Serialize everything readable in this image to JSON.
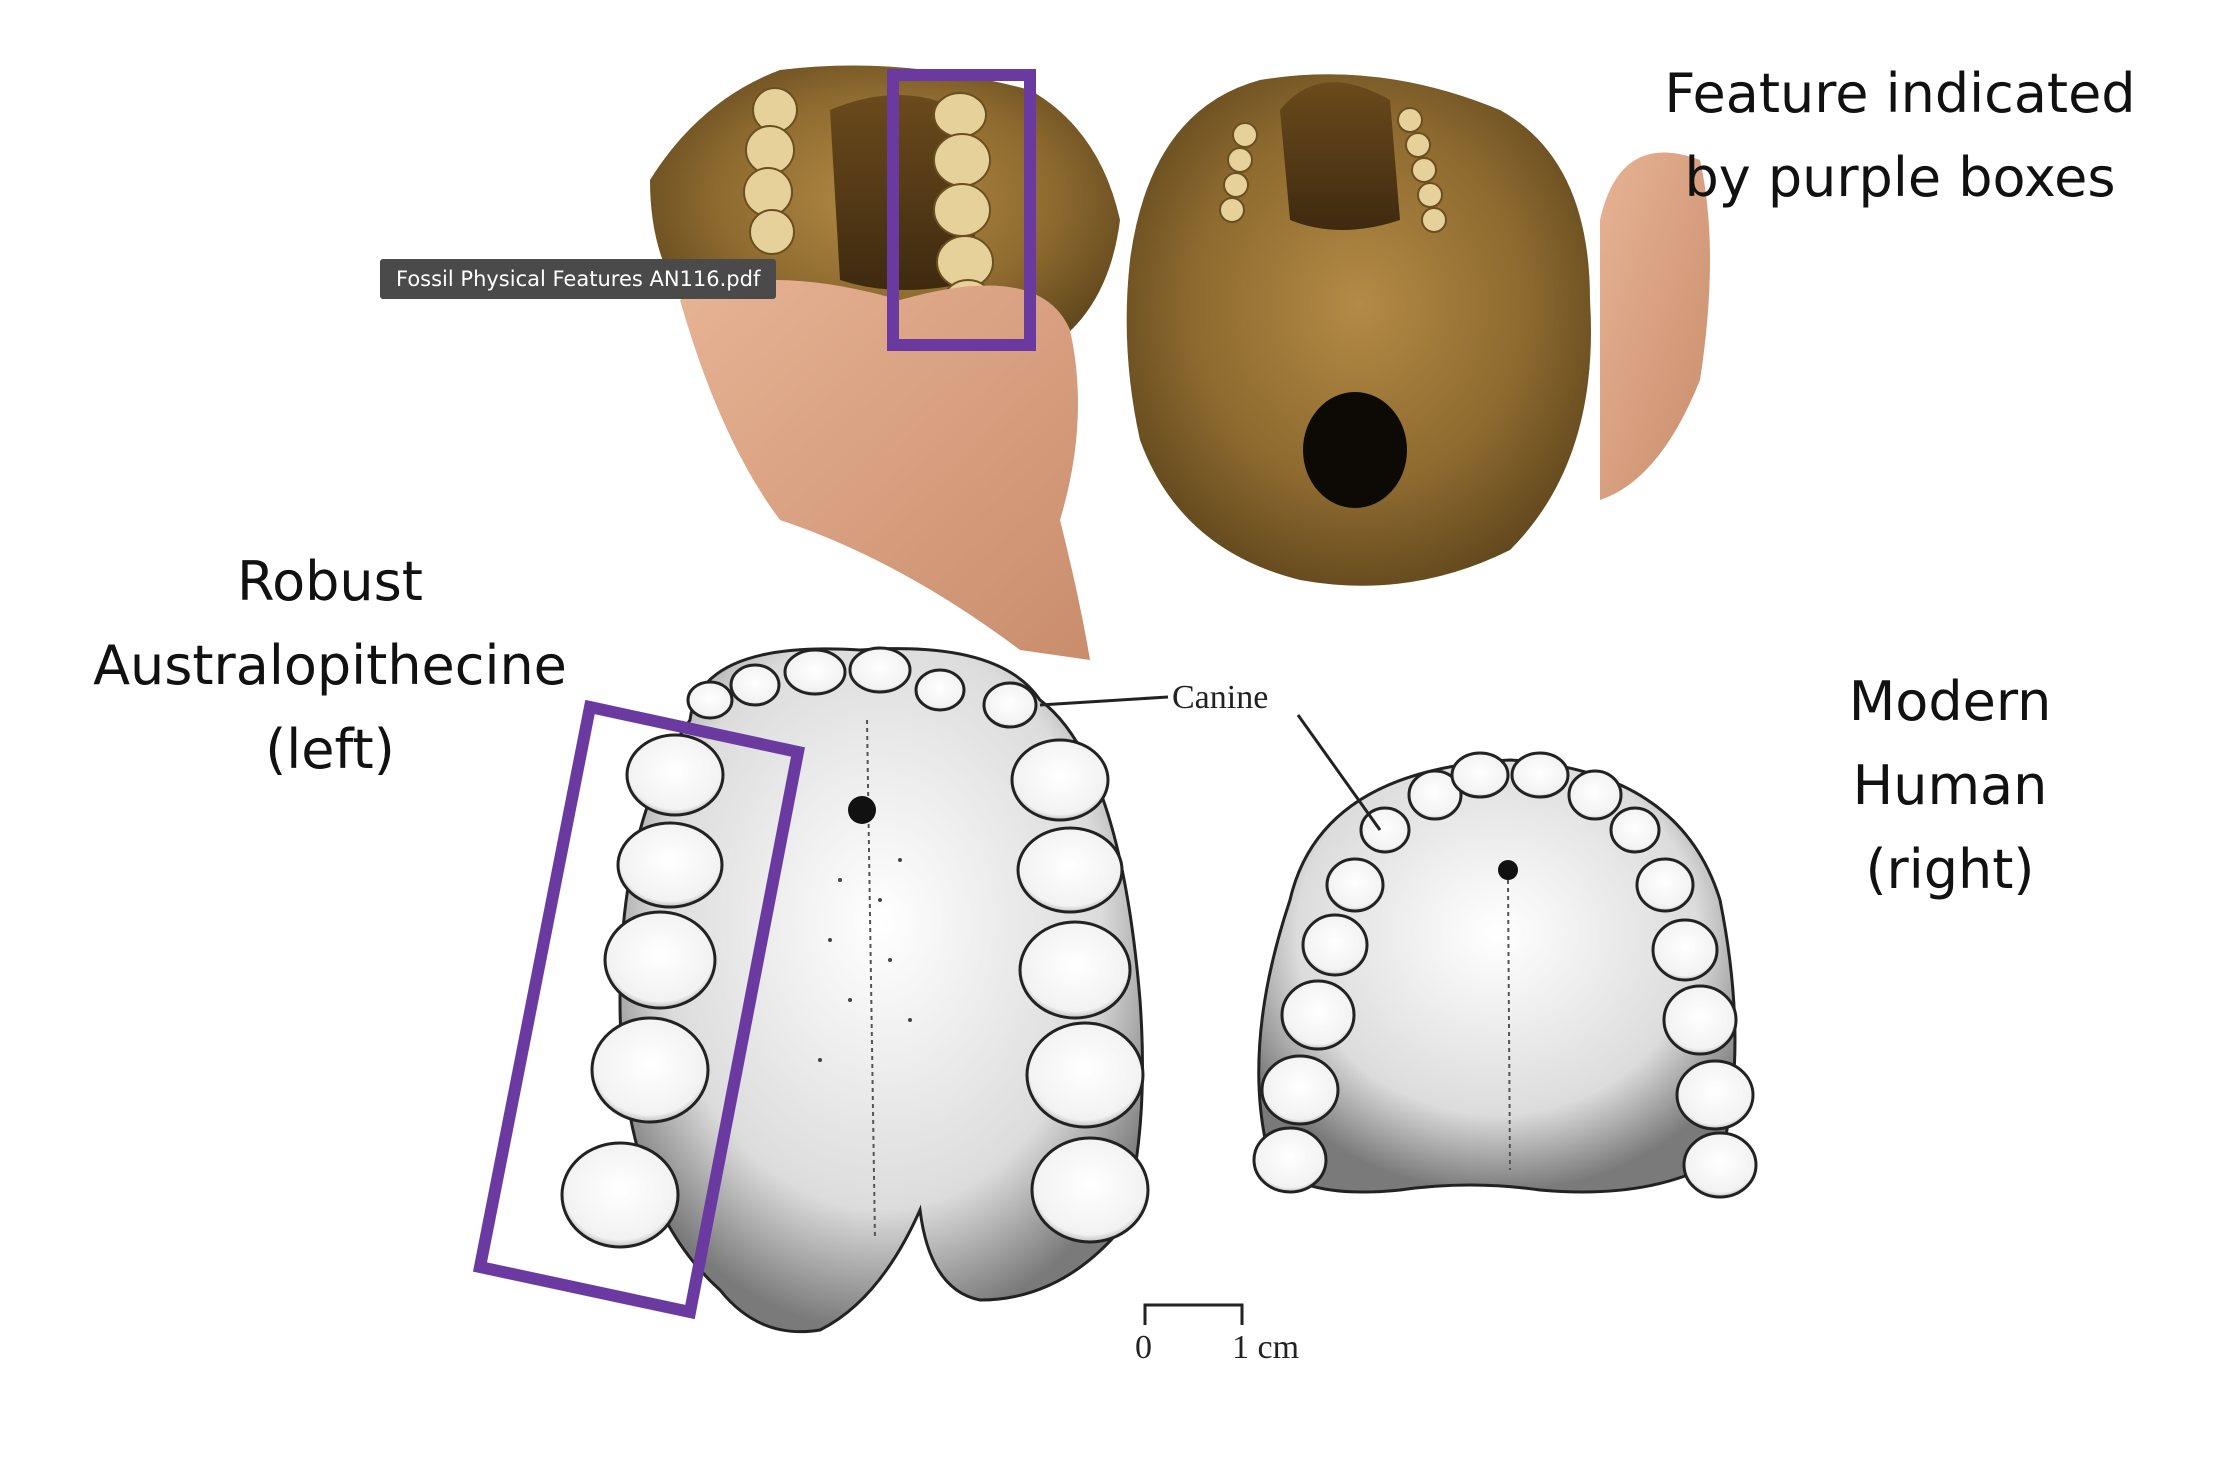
{
  "heading": {
    "lines": [
      "Feature indicated",
      "by purple boxes"
    ]
  },
  "robust_label": {
    "lines": [
      "Robust",
      "Australopithecine",
      "(left)"
    ]
  },
  "modern_label": {
    "lines": [
      "Modern",
      "Human",
      "(right)"
    ]
  },
  "tooltip": {
    "text": "Fossil Physical Features AN116.pdf"
  },
  "diagram": {
    "canine_label": "Canine",
    "scale_zero": "0",
    "scale_one": "1 cm"
  },
  "colors": {
    "highlight_box": "#6b3aa0",
    "fossil": "#8a6a2e",
    "skin": "#d9a483",
    "background": "#ffffff"
  }
}
